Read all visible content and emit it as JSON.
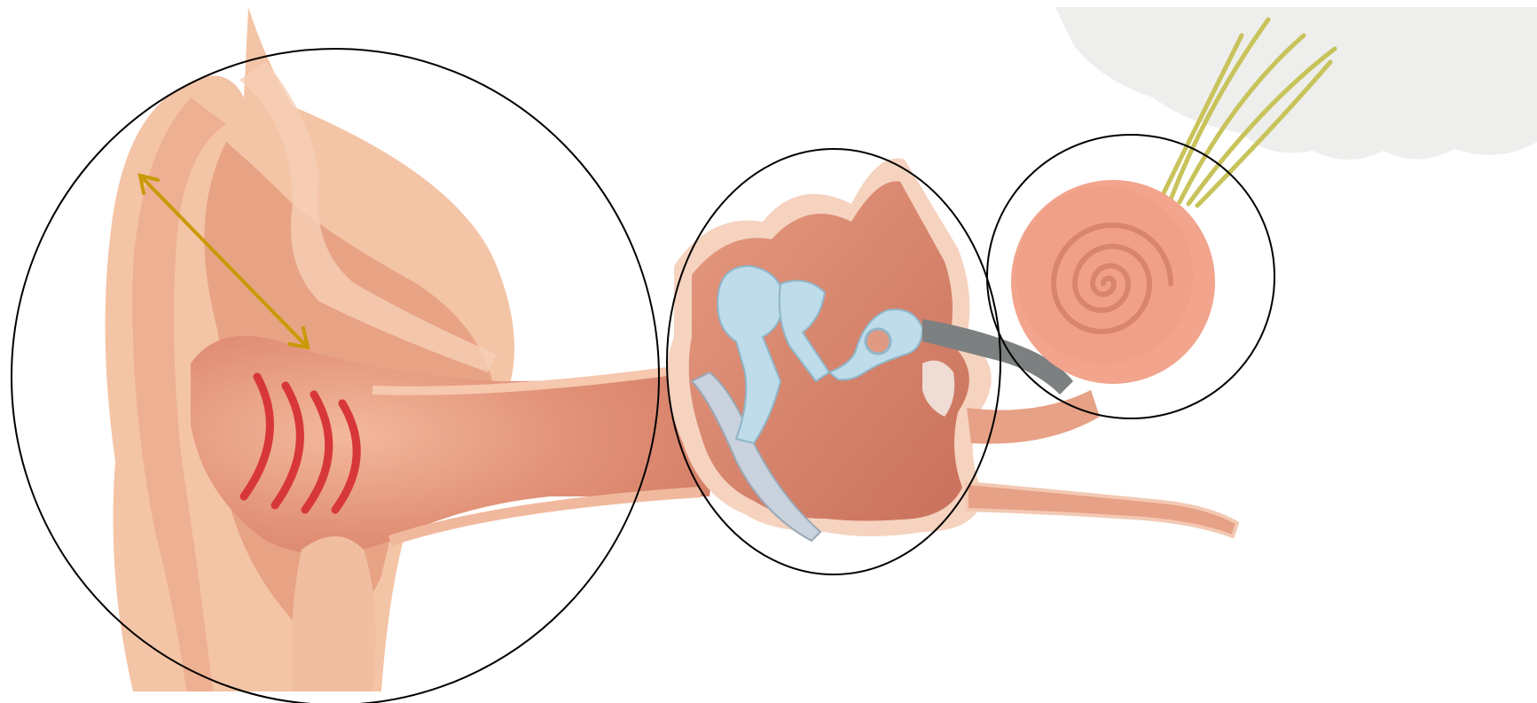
{
  "diagram": {
    "subject": "ear-anatomy",
    "regions": [
      {
        "id": "outer-ear"
      },
      {
        "id": "middle-ear"
      },
      {
        "id": "inner-ear"
      }
    ],
    "colors": {
      "background": "#ffffff",
      "skin_light": "#f4c4a6",
      "skin_mid": "#eeb092",
      "skin_dark": "#e0977a",
      "canal": "#d7826b",
      "canal_deep": "#c8674f",
      "sound_waves": "#d8373a",
      "arrow": "#c99a06",
      "bones": "#bfdcea",
      "bones_outline": "#8fb6c8",
      "eardrum": "#c9d2dd",
      "tube": "#7d8080",
      "cochlea": "#f2a48c",
      "cochlea_spiral": "#d9846e",
      "nerve": "#c8c35a",
      "brain": "#eeeeec",
      "circle_outline": "#000000"
    },
    "icons": [
      "double-headed-arrow",
      "sound-wave-arcs",
      "spiral-cochlea"
    ]
  }
}
